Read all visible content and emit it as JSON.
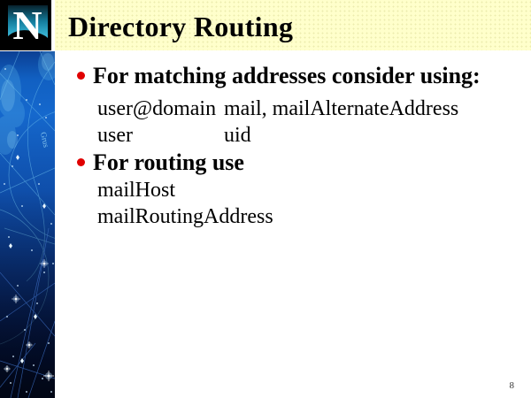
{
  "slide": {
    "logo": {
      "letter": "N"
    },
    "header": {
      "title": "Directory Routing"
    },
    "content": {
      "bullets": [
        {
          "label": "For matching addresses consider using:",
          "rows": [
            [
              "user@domain",
              "mail, mailAlternateAddress"
            ],
            [
              "user",
              "uid"
            ]
          ]
        },
        {
          "label": "For routing use",
          "rows": [
            [
              "mailHost"
            ],
            [
              "mailRoutingAddress"
            ]
          ]
        }
      ]
    },
    "sidebar": {
      "map_label": "Grus"
    },
    "footer": {
      "page_number": "8"
    },
    "colors": {
      "header_bg": "#FFFFCB",
      "bullet_dot": "#E00000",
      "title_color": "#000000",
      "sidebar_bright": "#1568CD",
      "sidebar_dark": "#020818",
      "logo_teal": "#2FA8C8"
    }
  }
}
